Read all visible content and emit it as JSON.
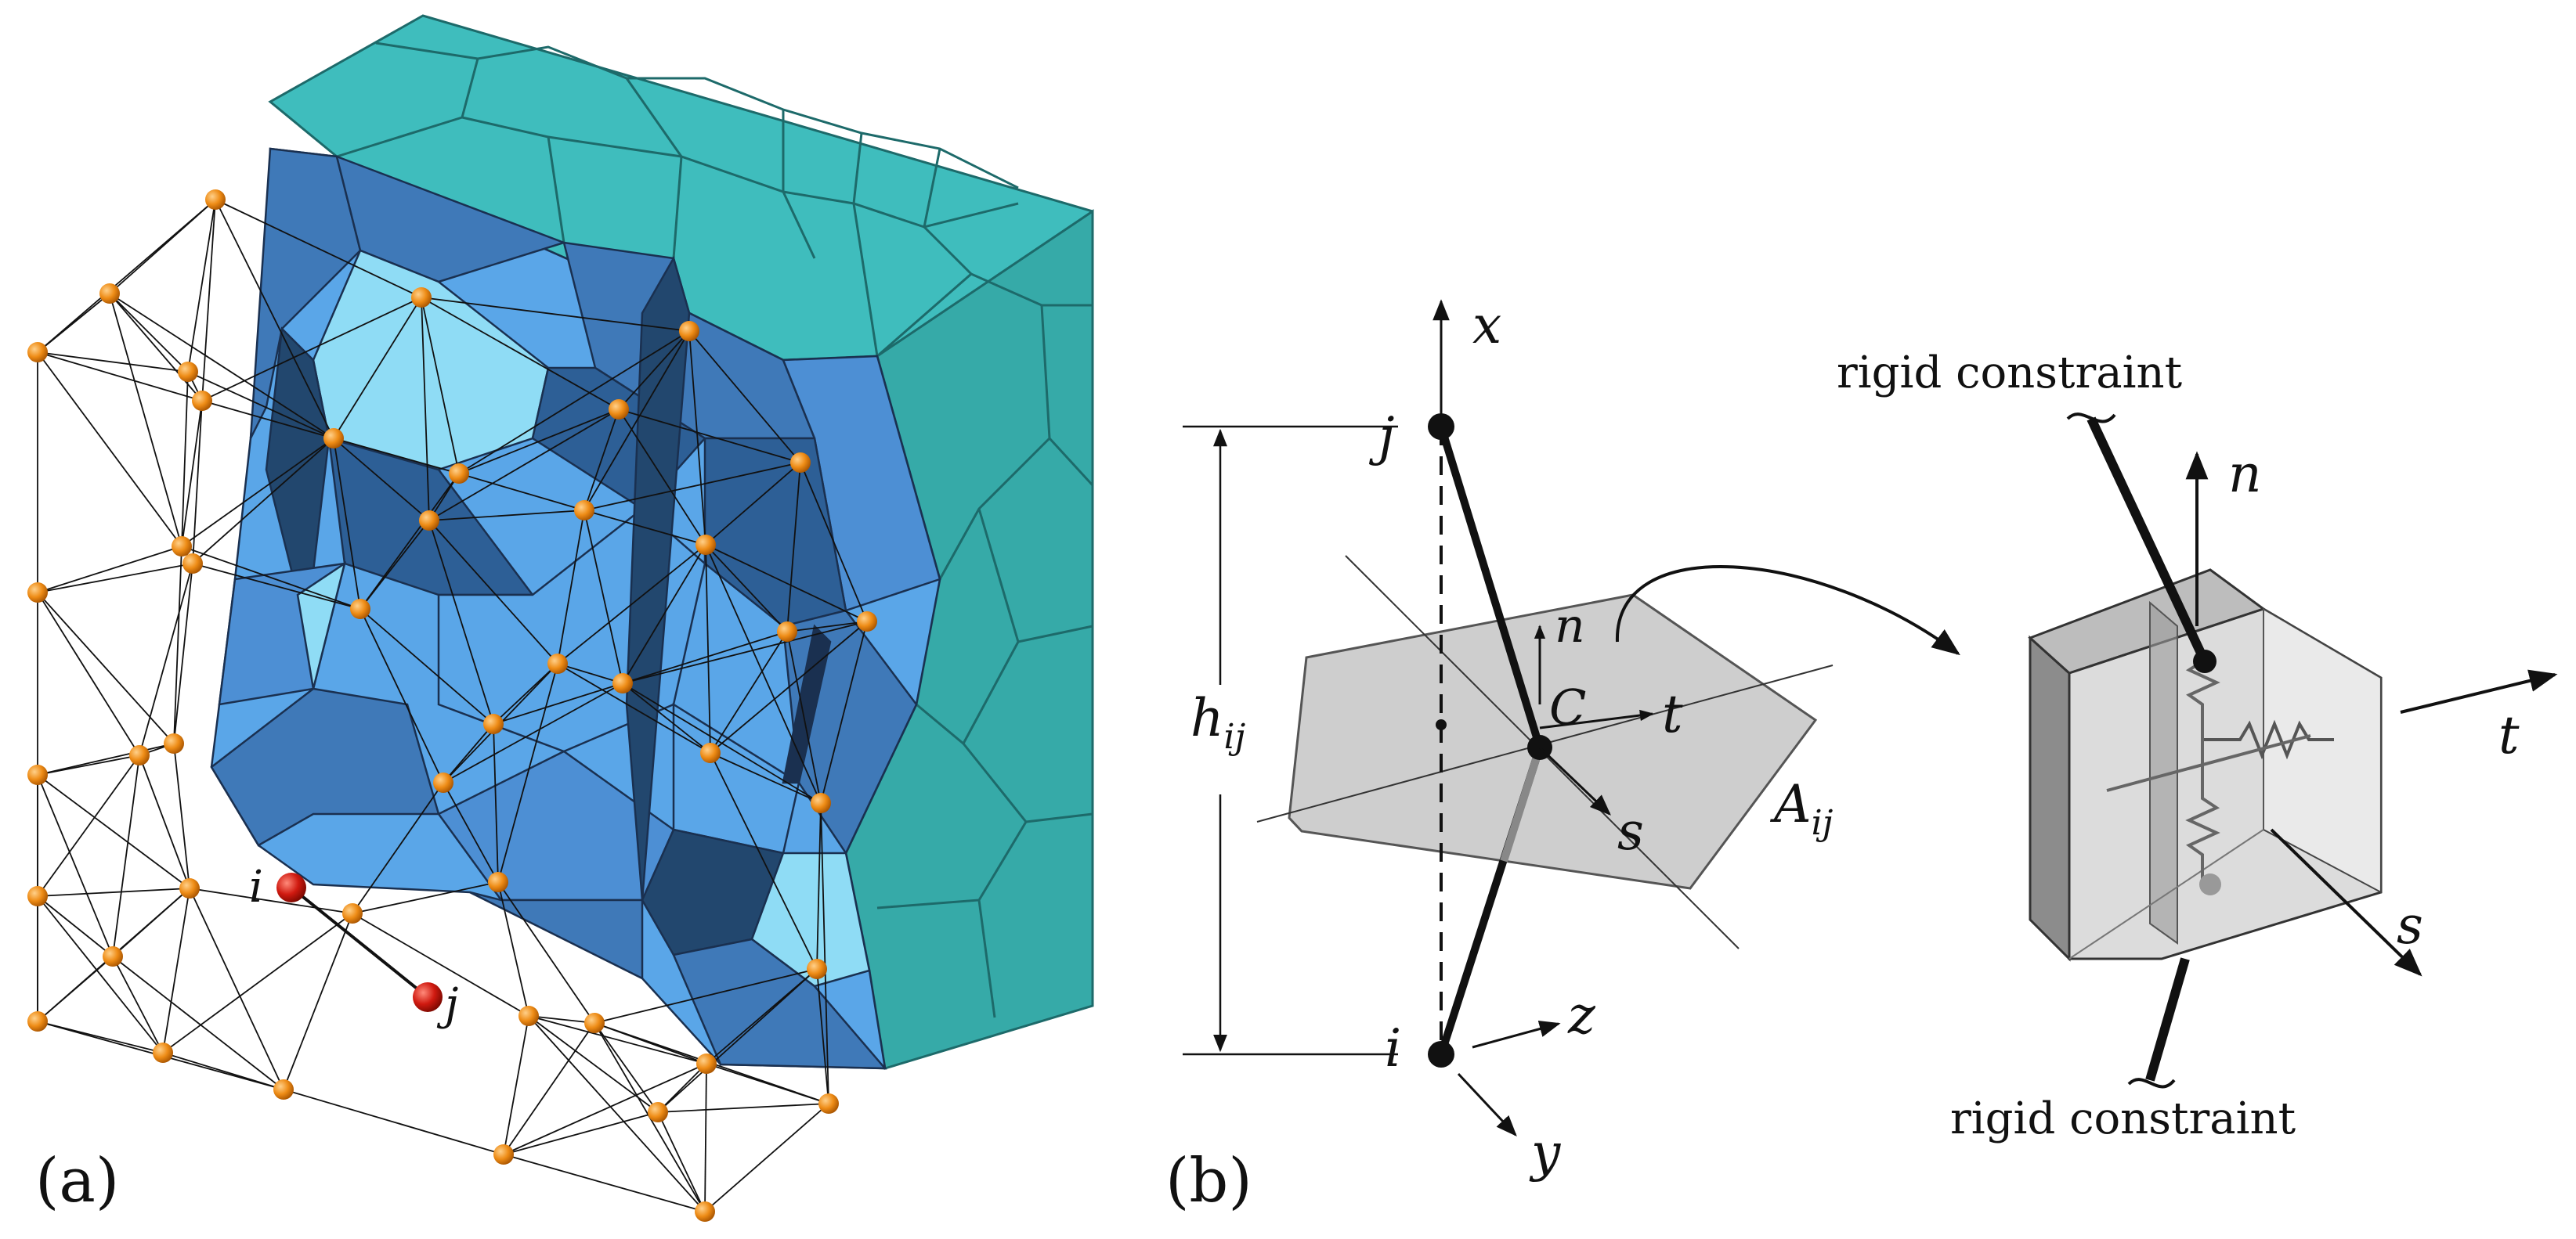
{
  "panel_a": {
    "label": "(a)",
    "node_i": "i",
    "node_j": "j",
    "colors": {
      "top_face": "#3fbdbd",
      "side_face": "#35aaa8",
      "cell_mid": "#5aa6e8",
      "cell_dark": "#3f79b8",
      "cell_deep": "#22476e",
      "cell_light": "#8fdcf5",
      "node": "#f0961e",
      "node_red": "#cc1a10"
    }
  },
  "panel_b": {
    "label": "(b)",
    "axis_x": "x",
    "axis_y": "y",
    "axis_z": "z",
    "node_i": "i",
    "node_j": "j",
    "h_label": "h",
    "h_sub": "ij",
    "area_label": "A",
    "area_sub": "ij",
    "centroid": "C",
    "n_label": "n",
    "s_label": "s",
    "t_label": "t",
    "cube_n": "n",
    "cube_s": "s",
    "cube_t": "t",
    "rigid_top": "rigid constraint",
    "rigid_bottom": "rigid constraint",
    "colors": {
      "facet_fill": "#c9c9c9",
      "cube_fill": "#d8d8d8",
      "line": "#111111"
    }
  }
}
